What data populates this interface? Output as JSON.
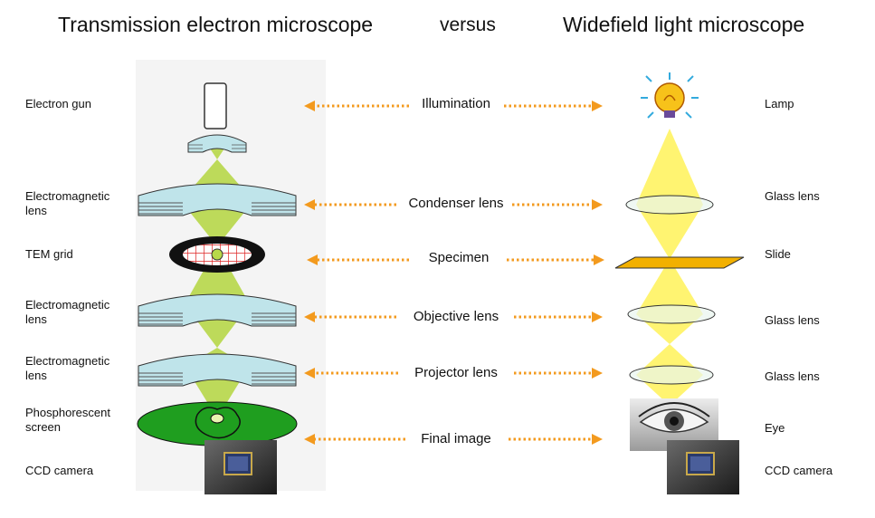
{
  "titles": {
    "left": "Transmission electron microscope",
    "middle": "versus",
    "right": "Widefield light microscope"
  },
  "left_labels": [
    "Electron gun",
    "Electromagnetic\nlens",
    "TEM grid",
    "Electromagnetic\nlens",
    "Electromagnetic\nlens",
    "Phosphorescent\nscreen",
    "CCD camera"
  ],
  "middle_labels": [
    "Illumination",
    "Condenser lens",
    "Specimen",
    "Objective lens",
    "Projector lens",
    "Final image"
  ],
  "right_labels": [
    "Lamp",
    "Glass lens",
    "Slide",
    "Glass lens",
    "Glass lens",
    "Eye",
    "CCD camera"
  ],
  "colors": {
    "arrow": "#f39a1e",
    "electron_beam": "#b8d84a",
    "light_beam": "#fff46a",
    "em_lens": "#bfe4ea",
    "glass_lens": "#e8f5ee",
    "slide": "#f2b000",
    "screen": "#1f9e1f"
  }
}
